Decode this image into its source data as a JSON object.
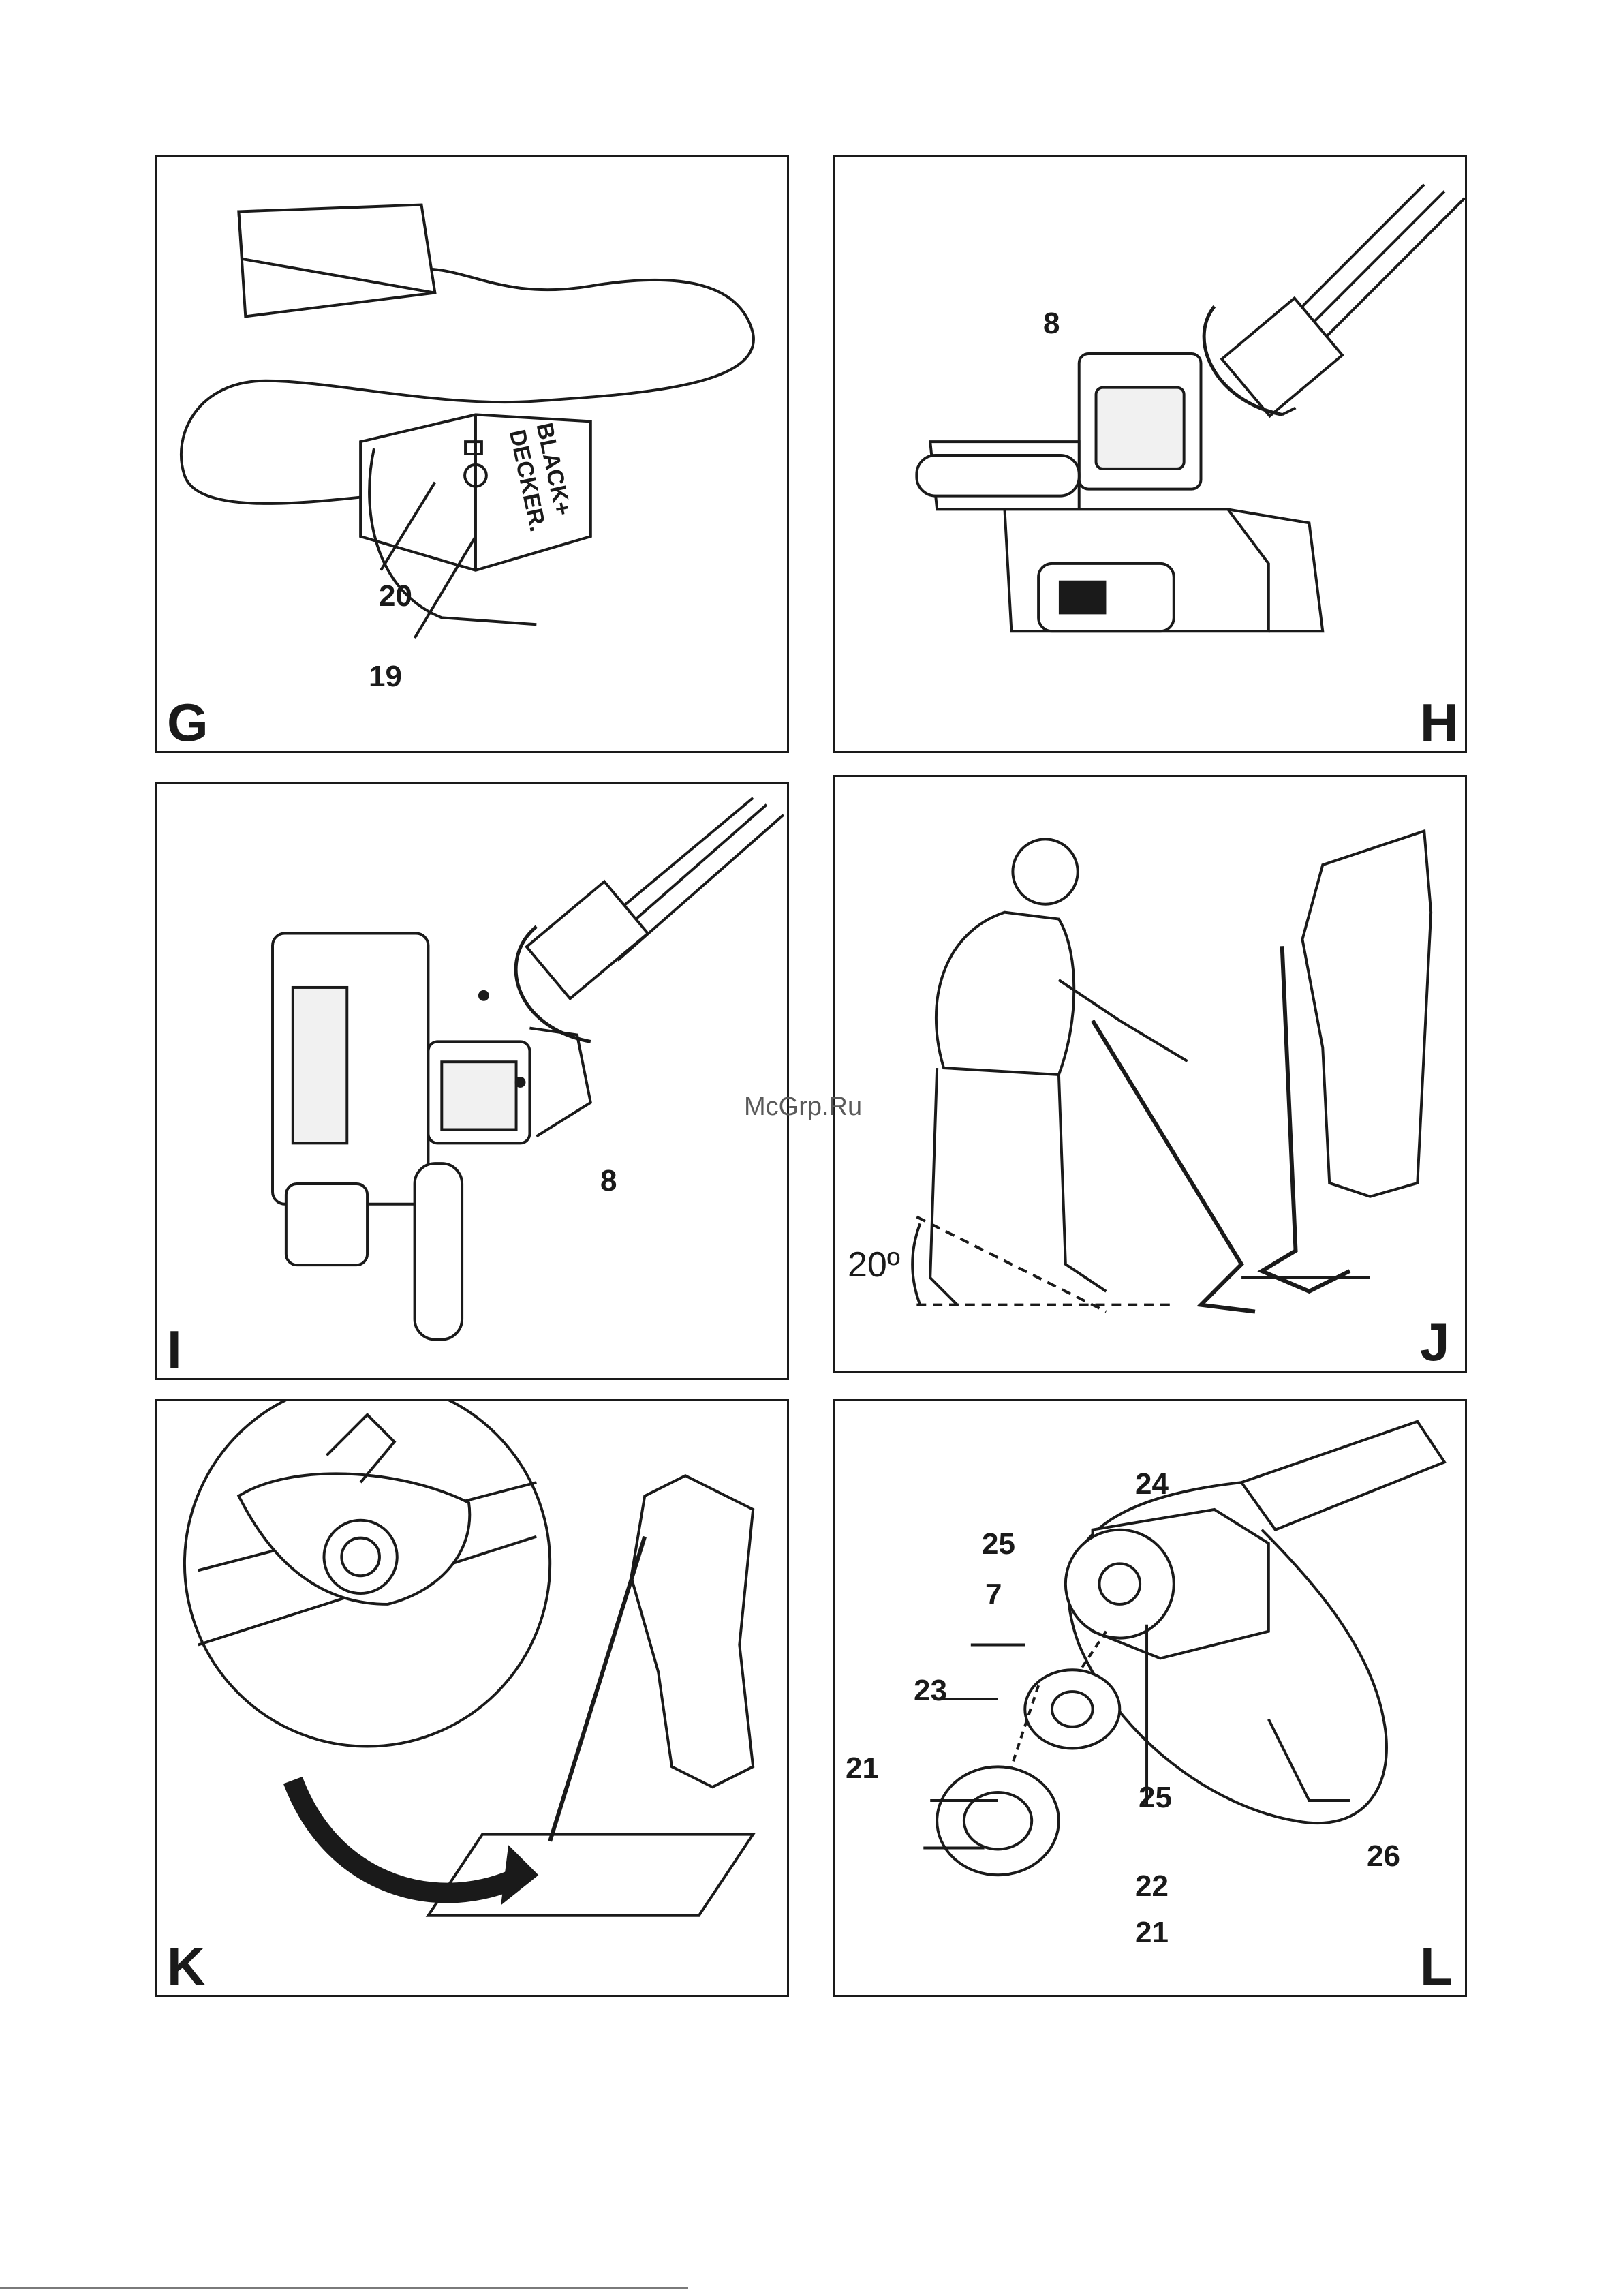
{
  "watermark": "McGrp.Ru",
  "panels": {
    "g": {
      "letter": "G",
      "callouts": [
        "20",
        "19"
      ],
      "logo_text": "BLACK+ DECKER."
    },
    "h": {
      "letter": "H",
      "callouts": [
        "8"
      ]
    },
    "i": {
      "letter": "I",
      "callouts": [
        "8"
      ]
    },
    "j": {
      "letter": "J",
      "angle_label": "20º"
    },
    "k": {
      "letter": "K"
    },
    "l": {
      "letter": "L",
      "callouts": [
        "24",
        "25",
        "7",
        "23",
        "21",
        "25",
        "26",
        "22",
        "21"
      ]
    }
  }
}
